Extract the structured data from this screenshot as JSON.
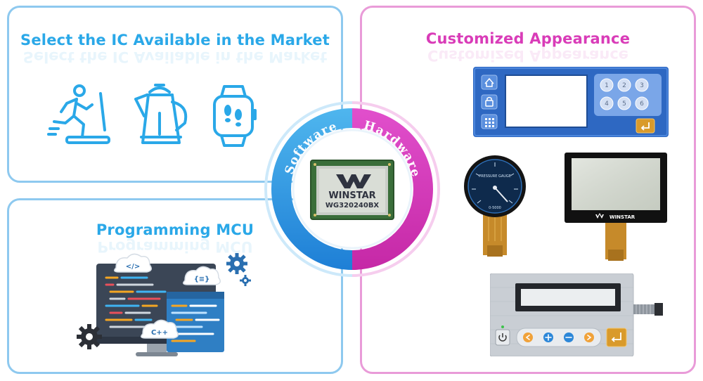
{
  "panels": {
    "ic": {
      "title": "Select the IC Available in the Market"
    },
    "mcu": {
      "title": "Programming MCU"
    },
    "hardware": {
      "title": "Customized Appearance"
    }
  },
  "center": {
    "left_label": "Software",
    "right_label": "Hardware",
    "module_brand": "WINSTAR",
    "module_model": "WG320240BX"
  },
  "code_icons": {
    "tag": "</>",
    "braces": "{≡}",
    "cpp": "C++"
  },
  "keypad": {
    "keys": [
      "1",
      "2",
      "3",
      "4",
      "5",
      "6"
    ]
  },
  "round_display": {
    "label": "PRESSURE GAUGE",
    "unit": "0-5000"
  },
  "lcd_brand": "WINSTAR",
  "colors": {
    "blue_accent": "#2aa8e8",
    "pink_accent": "#d93cb8",
    "blue_border": "#8ec9ef",
    "pink_border": "#e99bd8"
  }
}
